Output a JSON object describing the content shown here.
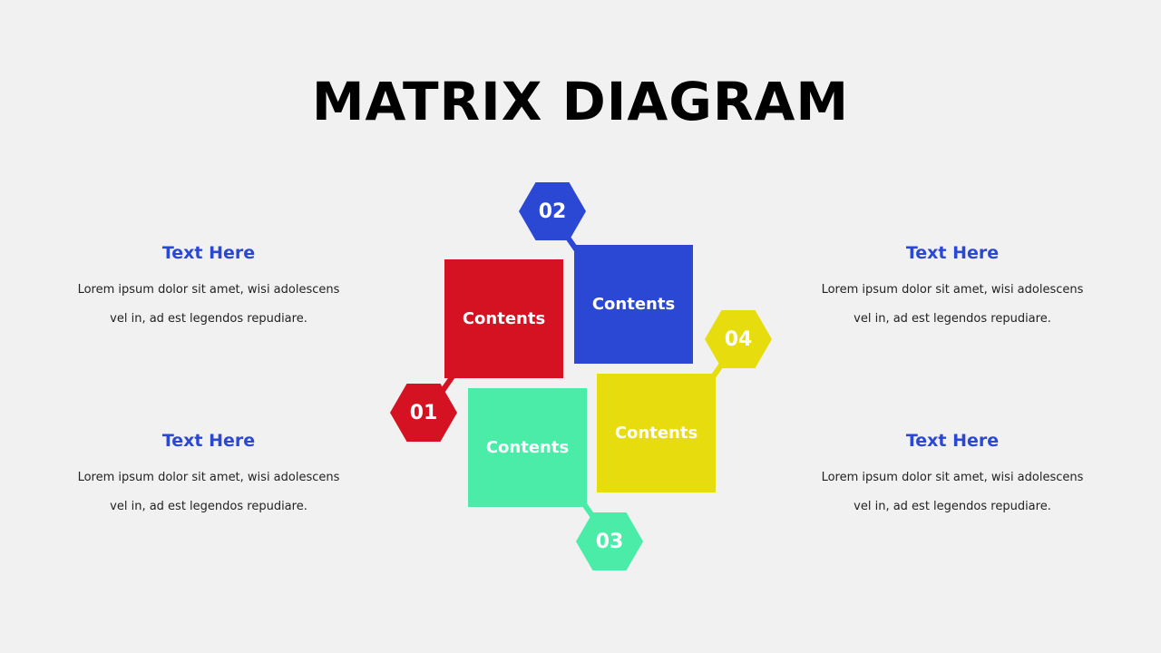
{
  "title": "MATRIX DIAGRAM",
  "text_blocks": [
    {
      "heading": "Text Here",
      "body": "Lorem ipsum dolor sit amet, wisi adolescens vel in, ad est legendos repudiare."
    },
    {
      "heading": "Text Here",
      "body": "Lorem ipsum dolor sit amet, wisi adolescens vel in, ad est legendos repudiare."
    },
    {
      "heading": "Text Here",
      "body": "Lorem ipsum dolor sit amet, wisi adolescens vel in, ad est legendos repudiare."
    },
    {
      "heading": "Text Here",
      "body": "Lorem ipsum dolor sit amet, wisi adolescens vel in, ad est legendos repudiare."
    }
  ],
  "tiles": [
    {
      "number": "01",
      "label": "Contents",
      "color": "#d41221"
    },
    {
      "number": "02",
      "label": "Contents",
      "color": "#2a48d4"
    },
    {
      "number": "03",
      "label": "Contents",
      "color": "#4aeca8"
    },
    {
      "number": "04",
      "label": "Contents",
      "color": "#e6dc0e"
    }
  ],
  "colors": {
    "background": "#f1f1f1",
    "heading": "#2a48d4",
    "title": "#000000"
  }
}
